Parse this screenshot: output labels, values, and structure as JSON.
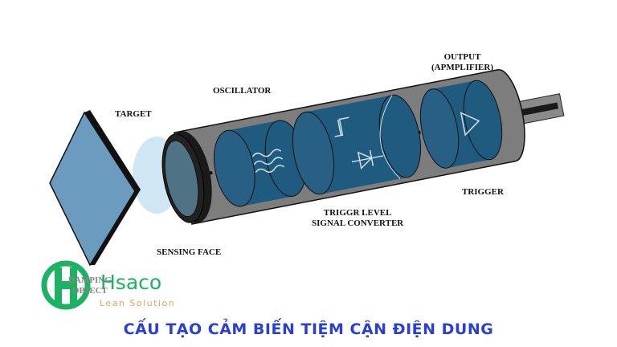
{
  "labels": {
    "target": "TARGET",
    "oscillator": "OSCILLATOR",
    "output": "OUTPUT\n(APMPLIFIER)",
    "trigger": "TRIGGER",
    "converter": "TRIGGR LEVEL\nSIGNAL CONVERTER",
    "sensing_face": "SENSING FACE",
    "damping_object": "DAMPING\nOBJECT"
  },
  "logo": {
    "name": "Hsaco",
    "tagline": "Lean Solution"
  },
  "title": "CẤU TẠO CẢM BIẾN TIỆM CẬN ĐIỆN DUNG",
  "colors": {
    "title": "#2a3fd6",
    "logo_green": "#1db163",
    "logo_orange": "#e8a35a",
    "module_blue": "#1f5a7f",
    "body_gray": "#7d7d7d",
    "target_blue": "#6b9cbf"
  }
}
